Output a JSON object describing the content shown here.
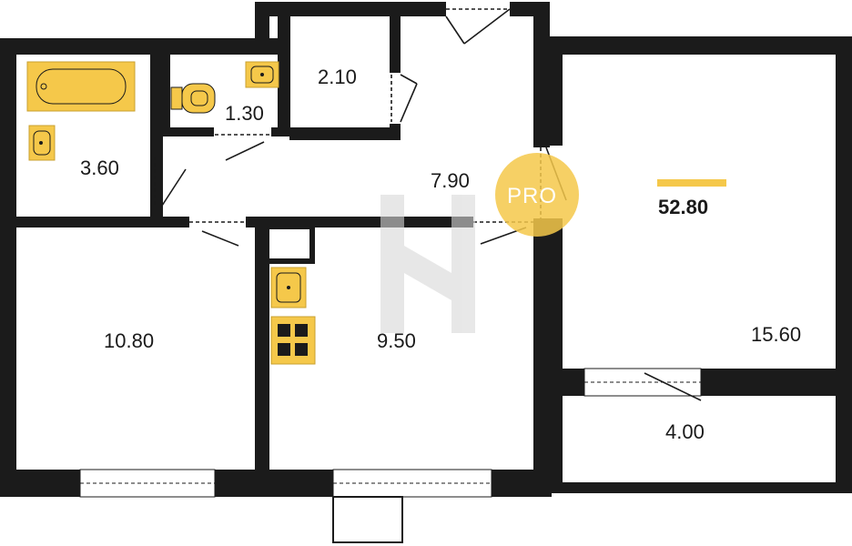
{
  "plan": {
    "total_area": "52.80",
    "rooms": {
      "bathroom": "3.60",
      "toilet": "1.30",
      "storage": "2.10",
      "hall": "7.90",
      "bedroom": "10.80",
      "kitchen": "9.50",
      "living_room": "15.60",
      "balcony": "4.00"
    },
    "badge": "PRO",
    "accent_color": "#f5c84a",
    "wall_color": "#1b1b1b"
  }
}
